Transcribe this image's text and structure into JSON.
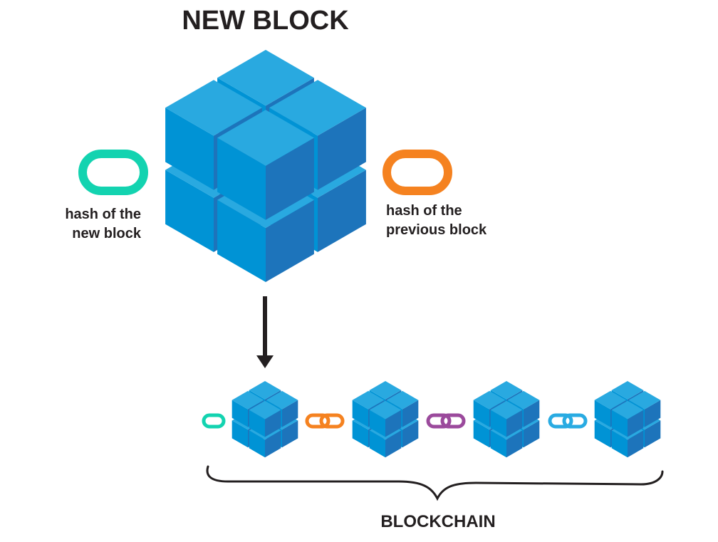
{
  "title": "NEW BLOCK",
  "hash_new": {
    "line1": "hash of the",
    "line2": "new block",
    "color": "#13d3b0",
    "icon": "chain-link-icon"
  },
  "hash_prev": {
    "line1": "hash of the",
    "line2": "previous block",
    "color": "#f58220",
    "icon": "chain-link-icon"
  },
  "arrow": {
    "direction": "down",
    "color": "#231f20"
  },
  "blockchain": {
    "label": "BLOCKCHAIN",
    "block_count": 4,
    "links": [
      {
        "kind": "single",
        "color": "#13d3b0"
      },
      {
        "kind": "double",
        "color": "#f58220"
      },
      {
        "kind": "double",
        "color": "#9b4a9c"
      },
      {
        "kind": "double",
        "color": "#29abe2"
      }
    ]
  },
  "colors": {
    "cube_top": "#29a9e0",
    "cube_left": "#0093d5",
    "cube_right": "#1d74bb",
    "text": "#231f20",
    "brace": "#231f20"
  }
}
